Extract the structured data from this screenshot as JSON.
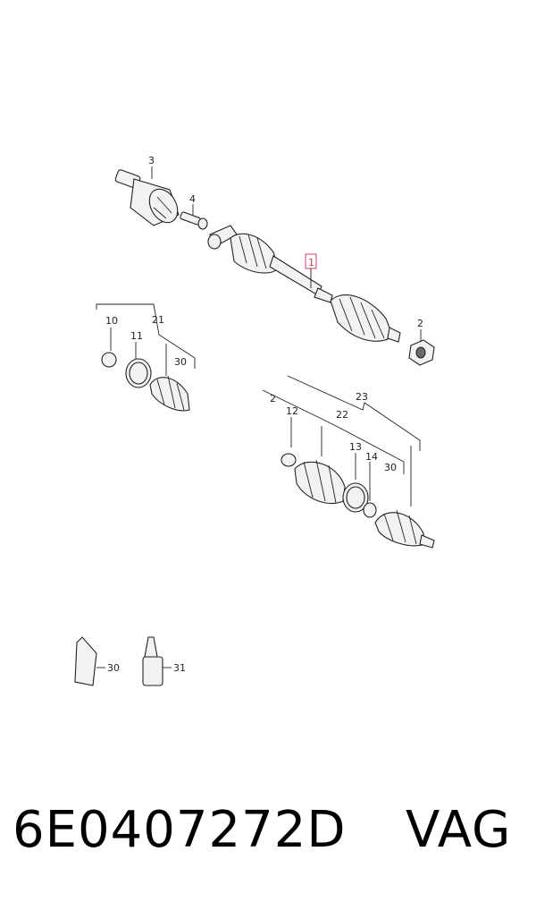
{
  "diagram": {
    "callouts": {
      "c1": "1",
      "c2_top": "2",
      "c3": "3",
      "c4": "4",
      "c10": "10",
      "c11": "11",
      "c21": "21",
      "c30_a": "30",
      "c2_mid": "2",
      "c12": "12",
      "c22": "22",
      "c23": "23",
      "c13": "13",
      "c14": "14",
      "c30_b": "30",
      "c30_c": "30",
      "c31": "31"
    }
  },
  "footer": {
    "part_number": "6E0407272D",
    "brand": "VAG"
  },
  "colors": {
    "highlight": "#d04060",
    "ink": "#222222"
  }
}
